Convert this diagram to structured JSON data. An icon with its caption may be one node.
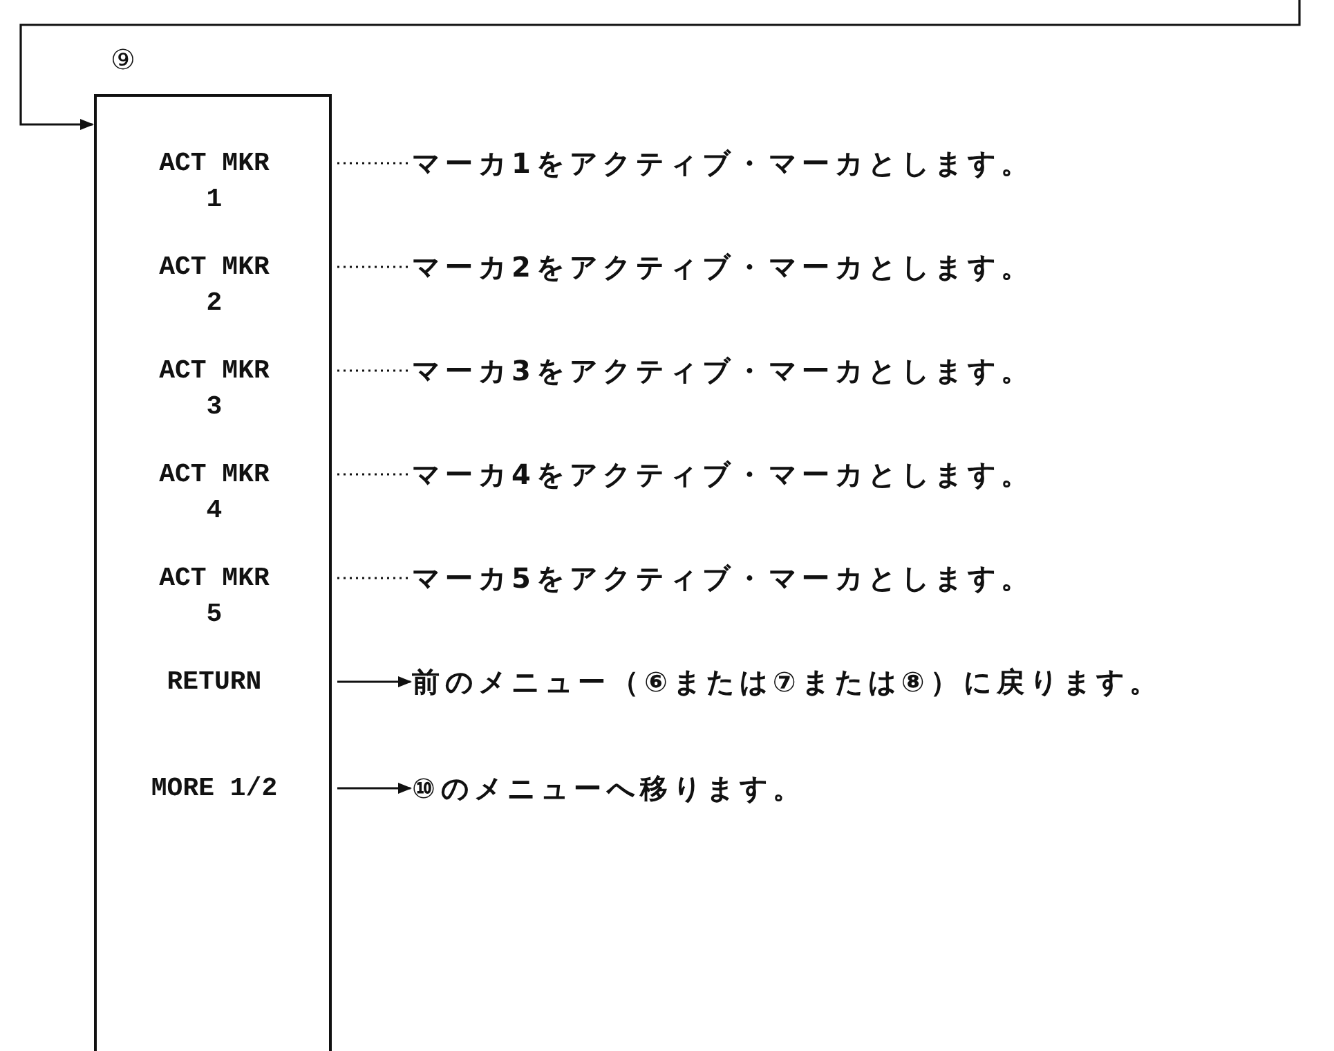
{
  "diagram": {
    "nodes": [
      {
        "text": [
          "⑨"
        ]
      },
      {
        "text": [
          "ACT MKR 1"
        ],
        "in": 0
      },
      {
        "text": [
          "ACT MKR 2"
        ],
        "in": 0
      },
      {
        "text": [
          "ACT MKR 3"
        ],
        "in": 0
      },
      {
        "text": [
          "ACT MKR 4"
        ],
        "in": 0
      },
      {
        "text": [
          "ACT MKR 5"
        ],
        "in": 0
      },
      {
        "text": [
          "RETURN"
        ],
        "in": 0
      },
      {
        "text": [
          "MORE 1/2"
        ],
        "in": 0
      },
      {
        "text": [
          "マーカ1をアクティブ・マーカとします。"
        ]
      },
      {
        "text": [
          "マーカ2をアクティブ・マーカとします。"
        ]
      },
      {
        "text": [
          "マーカ3をアクティブ・マーカとします。"
        ]
      },
      {
        "text": [
          "マーカ4をアクティブ・マーカとします。"
        ]
      },
      {
        "text": [
          "マーカ5をアクティブ・マーカとします。"
        ]
      },
      {
        "text": [
          "前のメニュー（⑥または⑦または⑧）に戻ります。"
        ]
      },
      {
        "text": [
          "⑩のメニューへ移ります。"
        ]
      }
    ],
    "edges": [
      {
        "from": null,
        "to": 0,
        "arrow": "to"
      },
      {
        "from": 1,
        "to": 8,
        "arrow": "none",
        "style": "dashed"
      },
      {
        "from": 2,
        "to": 9,
        "arrow": "none",
        "style": "dashed"
      },
      {
        "from": 3,
        "to": 10,
        "arrow": "none",
        "style": "dashed"
      },
      {
        "from": 4,
        "to": 11,
        "arrow": "none",
        "style": "dashed"
      },
      {
        "from": 5,
        "to": 12,
        "arrow": "none",
        "style": "dashed"
      },
      {
        "from": 6,
        "to": 13,
        "arrow": "to"
      },
      {
        "from": 7,
        "to": 14,
        "arrow": "to"
      }
    ]
  }
}
